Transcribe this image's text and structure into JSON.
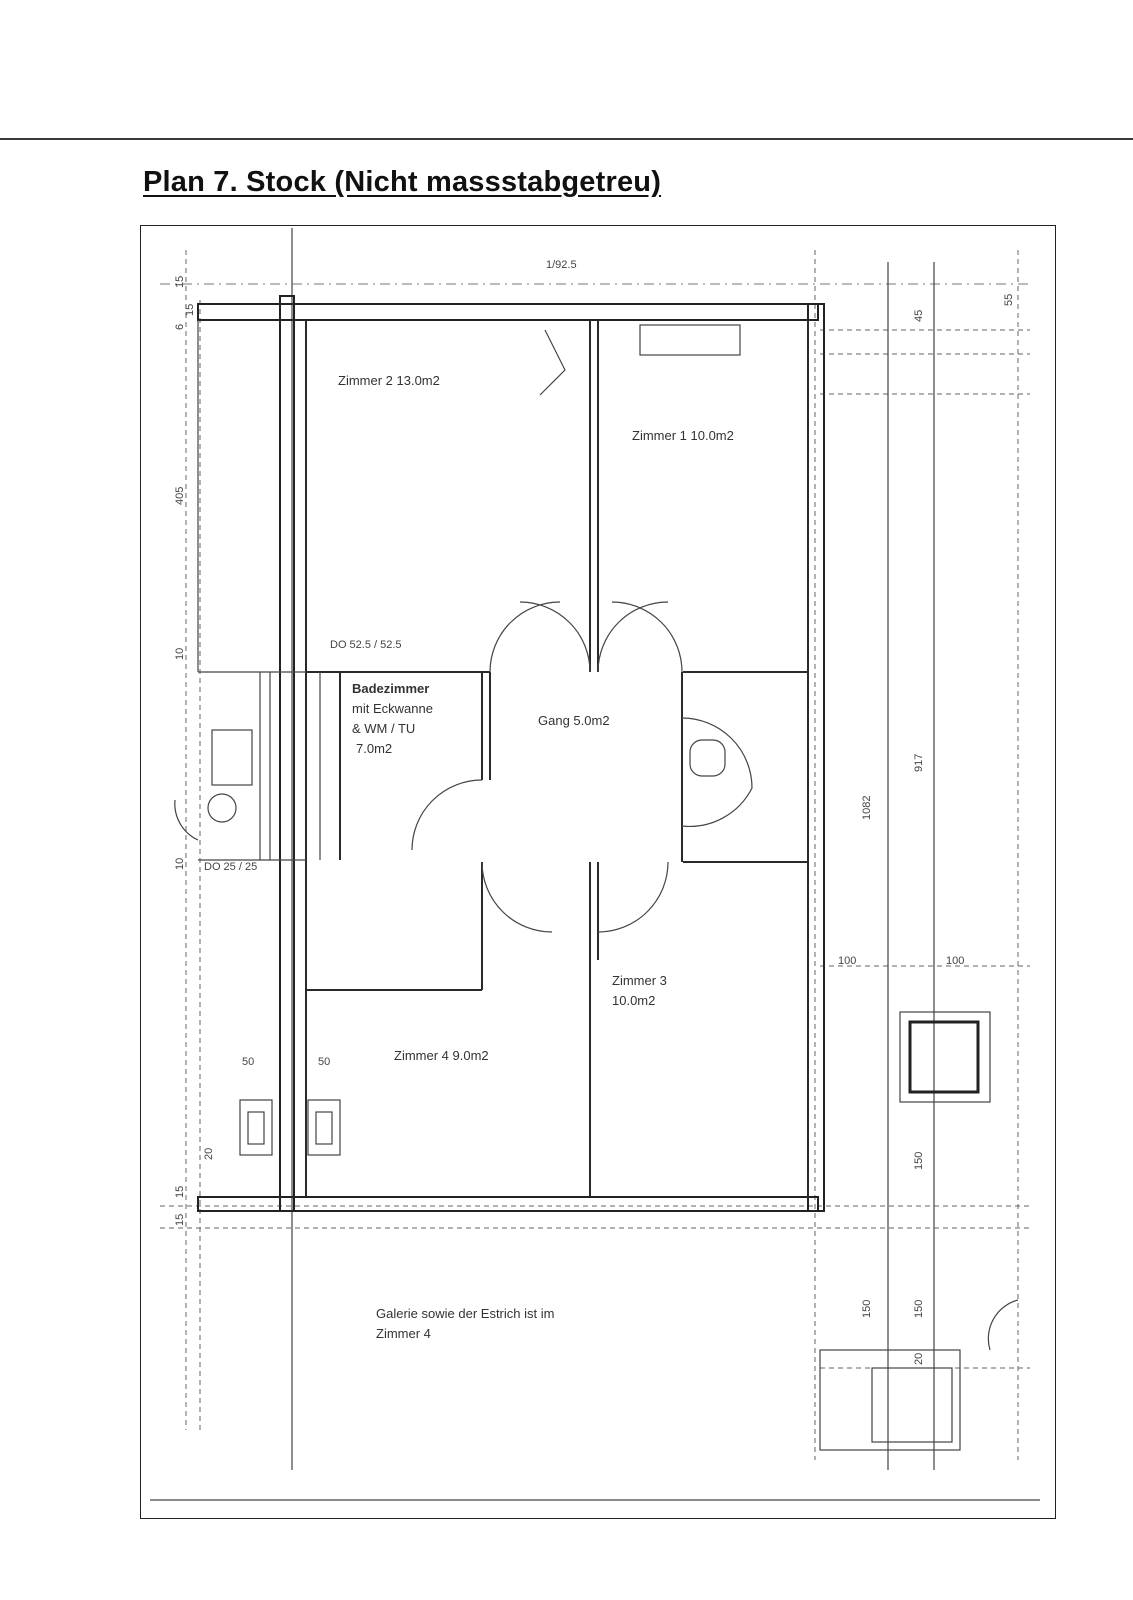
{
  "document": {
    "title": "Plan 7. Stock (Nicht massstabgetreu)"
  },
  "rooms": {
    "zimmer2": "Zimmer 2 13.0m2",
    "zimmer1": "Zimmer 1 10.0m2",
    "bad_line1": "Badezimmer",
    "bad_line2": "mit Eckwanne",
    "bad_line3": "& WM / TU",
    "bad_line4": "7.0m2",
    "gang": "Gang 5.0m2",
    "zimmer3_line1": "Zimmer 3",
    "zimmer3_line2": "10.0m2",
    "zimmer4": "Zimmer 4 9.0m2",
    "galerie_line1": "Galerie sowie der Estrich ist im",
    "galerie_line2": "Zimmer 4"
  },
  "dimensions": {
    "d_15a": "15",
    "d_6": "6",
    "d_15b": "15",
    "d_405": "405",
    "d_10a": "10",
    "d_10b": "10",
    "d_1082": "1082",
    "d_917": "917",
    "d_45": "45",
    "d_55": "55",
    "d_100a": "100",
    "d_100b": "100",
    "d_150a": "150",
    "d_150b": "150",
    "d_150c": "150",
    "d_20a": "20",
    "d_20b": "20",
    "d_50a": "50",
    "d_50b": "50",
    "d_15c": "15",
    "d_15d": "15",
    "d_window1": "DO 52.5 / 52.5",
    "d_window2": "DO 25 / 25",
    "d_top_note": "1/92.5"
  }
}
